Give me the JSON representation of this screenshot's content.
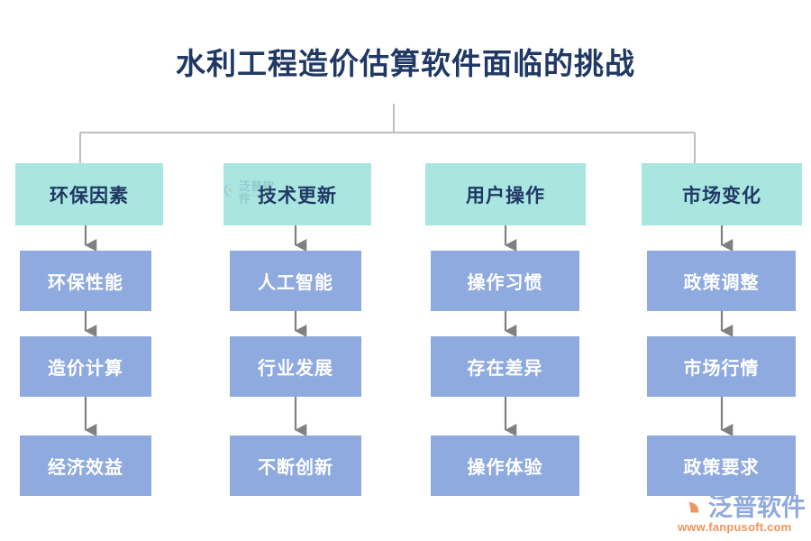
{
  "page": {
    "title": "水利工程造价估算软件面临的挑战",
    "background_color": "#ffffff"
  },
  "colors": {
    "title_text": "#1f3864",
    "header_box_fill": "#a9e6e0",
    "header_box_text": "#1f3864",
    "sub_box_fill": "#8faade",
    "sub_box_text": "#ffffff",
    "connector_line": "#bfbfbf",
    "arrow": "#808080",
    "brand_blue": "#8faade",
    "brand_orange": "#f0955f"
  },
  "diagram": {
    "type": "org-tree",
    "root_label": "水利工程造价估算软件面临的挑战",
    "columns": [
      {
        "header": "环保因素",
        "items": [
          "环保性能",
          "造价计算",
          "经济效益"
        ]
      },
      {
        "header": "技术更新",
        "items": [
          "人工智能",
          "行业发展",
          "不断创新"
        ]
      },
      {
        "header": "用户操作",
        "items": [
          "操作习惯",
          "存在差异",
          "操作体验"
        ]
      },
      {
        "header": "市场变化",
        "items": [
          "政策调整",
          "市场行情",
          "政策要求"
        ]
      }
    ]
  },
  "watermark": {
    "name": "泛普软件",
    "url": "www.fanpusoft.com"
  },
  "brand": {
    "name": "泛普软件",
    "url": "www.fanpusoft.com"
  }
}
